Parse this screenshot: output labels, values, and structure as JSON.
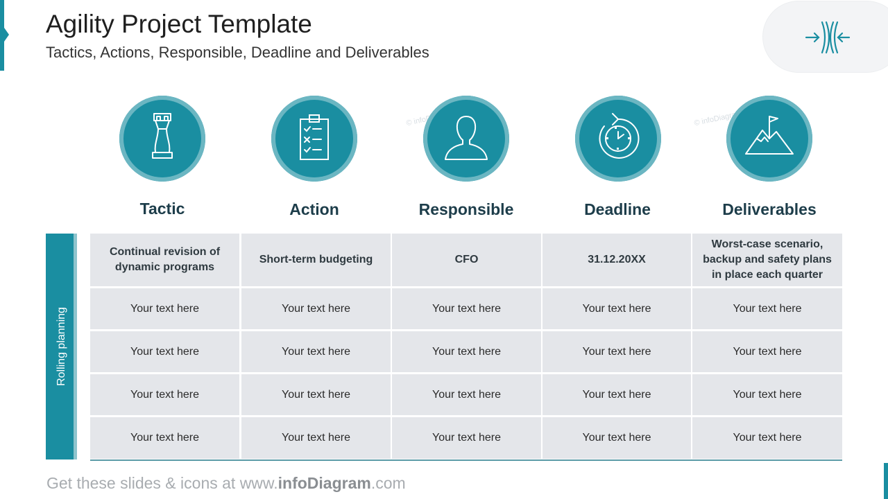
{
  "header": {
    "title": "Agility Project Template",
    "subtitle": "Tactics, Actions, Responsible, Deadline and Deliverables"
  },
  "logo": {
    "icon": "compress-arrows-icon"
  },
  "watermark": "© infoDiagram",
  "colors": {
    "accent": "#1a8ea1",
    "accent_light": "#6bb6c2",
    "cell_bg": "#e4e6ea",
    "heading": "#1d3d4a"
  },
  "columns": [
    {
      "label": "Tactic",
      "icon": "chess-rook-icon"
    },
    {
      "label": "Action",
      "icon": "checklist-clipboard-icon"
    },
    {
      "label": "Responsible",
      "icon": "person-icon"
    },
    {
      "label": "Deadline",
      "icon": "clock-cycle-icon"
    },
    {
      "label": "Deliverables",
      "icon": "mountain-flag-icon"
    }
  ],
  "side_label": "Rolling planning",
  "rows": [
    [
      "Continual revision of dynamic programs",
      "Short-term budgeting",
      "CFO",
      "31.12.20XX",
      "Worst-case scenario, backup and safety plans in place each quarter"
    ],
    [
      "Your text here",
      "Your text here",
      "Your text here",
      "Your text here",
      "Your text here"
    ],
    [
      "Your text here",
      "Your text here",
      "Your text here",
      "Your text here",
      "Your text here"
    ],
    [
      "Your text here",
      "Your text here",
      "Your text here",
      "Your text here",
      "Your text here"
    ],
    [
      "Your text here",
      "Your text here",
      "Your text here",
      "Your text here",
      "Your text here"
    ]
  ],
  "footer": {
    "prefix": "Get these slides & icons at www.",
    "brand": "infoDiagram",
    "suffix": ".com"
  }
}
